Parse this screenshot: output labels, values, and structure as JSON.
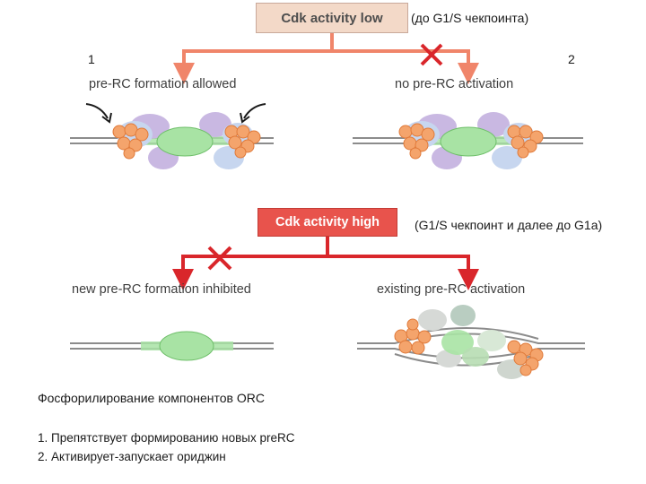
{
  "top": {
    "box_label": "Cdk activity low",
    "note": "(до G1/S чекпоинта)",
    "left_number": "1",
    "right_number": "2",
    "left_label": "pre-RC formation allowed",
    "right_label": "no pre-RC activation"
  },
  "bottom": {
    "box_label": "Cdk activity high",
    "note": "(G1/S чекпоинт и далее до G1a)",
    "left_label": "new pre-RC formation inhibited",
    "right_label": "existing pre-RC activation"
  },
  "caption": "Фосфорилирование компонентов ORC",
  "list": [
    "1.  Препятствует формированию новых preRC",
    "2.  Активирует-запускает ориджин"
  ],
  "colors": {
    "arrow_low": "#f0856a",
    "arrow_high": "#d9262b",
    "orange_protein": "#f4a46c",
    "purple_protein": "#c9b8e2",
    "blue_protein": "#c7d6ef",
    "green_protein": "#a8e3a4",
    "grey_green_protein": "#b9cdc1"
  }
}
